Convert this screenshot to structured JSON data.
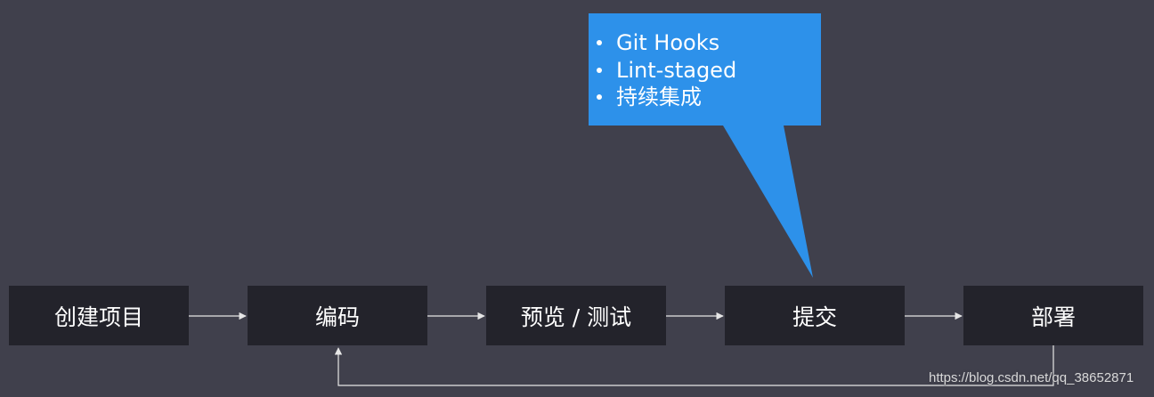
{
  "steps": [
    {
      "label": "创建项目"
    },
    {
      "label": "编码"
    },
    {
      "label": "预览 / 测试"
    },
    {
      "label": "提交"
    },
    {
      "label": "部署"
    }
  ],
  "callout": {
    "items": [
      "Git Hooks",
      "Lint-staged",
      "持续集成"
    ]
  },
  "watermark": "https://blog.csdn.net/qq_38652871",
  "colors": {
    "background": "#40404c",
    "step_box": "#23232b",
    "callout": "#2d91ea",
    "connector": "#e6e6e6"
  }
}
